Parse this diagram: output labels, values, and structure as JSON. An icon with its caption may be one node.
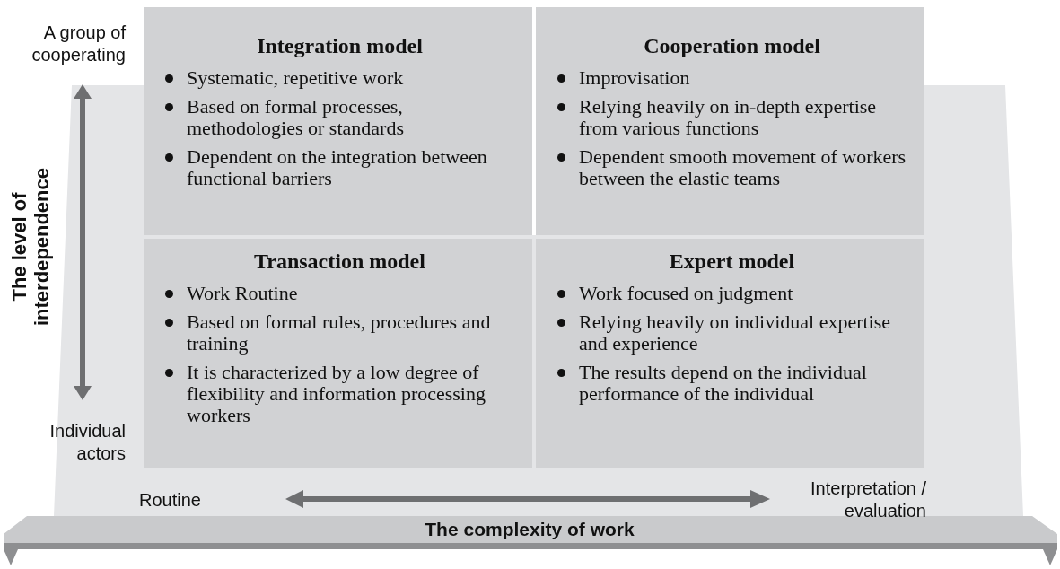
{
  "diagram": {
    "nodes": [
      {
        "text": [
          "Integration model",
          "Systematic, repetitive work",
          "Based on formal processes, methodologies or standards",
          "Dependent on the integration between functional barriers"
        ]
      },
      {
        "text": [
          "Cooperation model",
          "Improvisation",
          "Relying heavily on in-depth expertise from various functions",
          "Dependent smooth movement of workers between the elastic teams"
        ]
      },
      {
        "text": [
          "Transaction model",
          "Work Routine",
          "Based on formal rules, procedures and training",
          "It is characterized by a low degree of flexibility and information processing workers"
        ]
      },
      {
        "text": [
          "Expert model",
          "Work focused on judgment",
          "Relying heavily on individual expertise and experience",
          "The results depend on the individual performance of the individual"
        ]
      }
    ],
    "edges": [],
    "labels": [
      "A group of cooperating",
      "The level of interdependence",
      "Individual actors",
      "Routine",
      "Interpretation / evaluation",
      "The complexity of work"
    ]
  }
}
